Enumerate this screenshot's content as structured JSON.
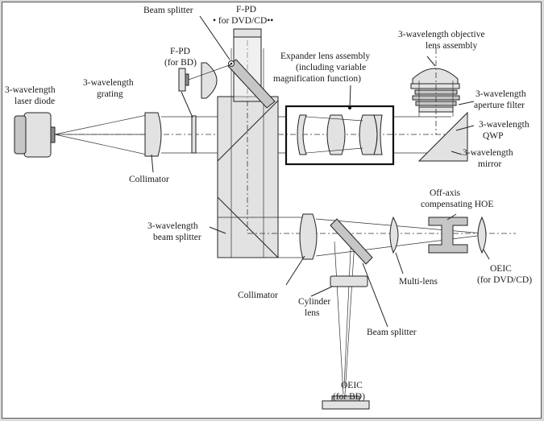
{
  "labels": {
    "beam_splitter_top": "Beam splitter",
    "fpd_dvd_line1": "F-PD",
    "fpd_dvd_line2": "• for DVD/CD••",
    "fpd_bd_line1": "F-PD",
    "fpd_bd_line2": "(for BD)",
    "objective_line1": "3-wavelength objective",
    "objective_line2": "lens assembly",
    "expander_line1": "Expander lens assembly",
    "expander_line2": "(including variable",
    "expander_line3": "magnification function)",
    "laser_line1": "3-wavelength",
    "laser_line2": "laser diode",
    "grating_line1": "3-wavelength",
    "grating_line2": "grating",
    "aperture_line1": "3-wavelength",
    "aperture_line2": "aperture filter",
    "qwp_line1": "3-wavelength",
    "qwp_line2": "QWP",
    "mirror_line1": "3-wavelength",
    "mirror_line2": "mirror",
    "collimator_top": "Collimator",
    "hoe_line1": "Off-axis",
    "hoe_line2": "compensating HOE",
    "beam_splitter_mid_line1": "3-wavelength",
    "beam_splitter_mid_line2": "beam splitter",
    "oeic_dvd_line1": "OEIC",
    "oeic_dvd_line2": "(for DVD/CD)",
    "multi_lens": "Multi-lens",
    "collimator_bottom": "Collimator",
    "cylinder_line1": "Cylinder",
    "cylinder_line2": "lens",
    "beam_splitter_bottom": "Beam splitter",
    "oeic_bd_line1": "OEIC",
    "oeic_bd_line2": "(for BD)"
  }
}
